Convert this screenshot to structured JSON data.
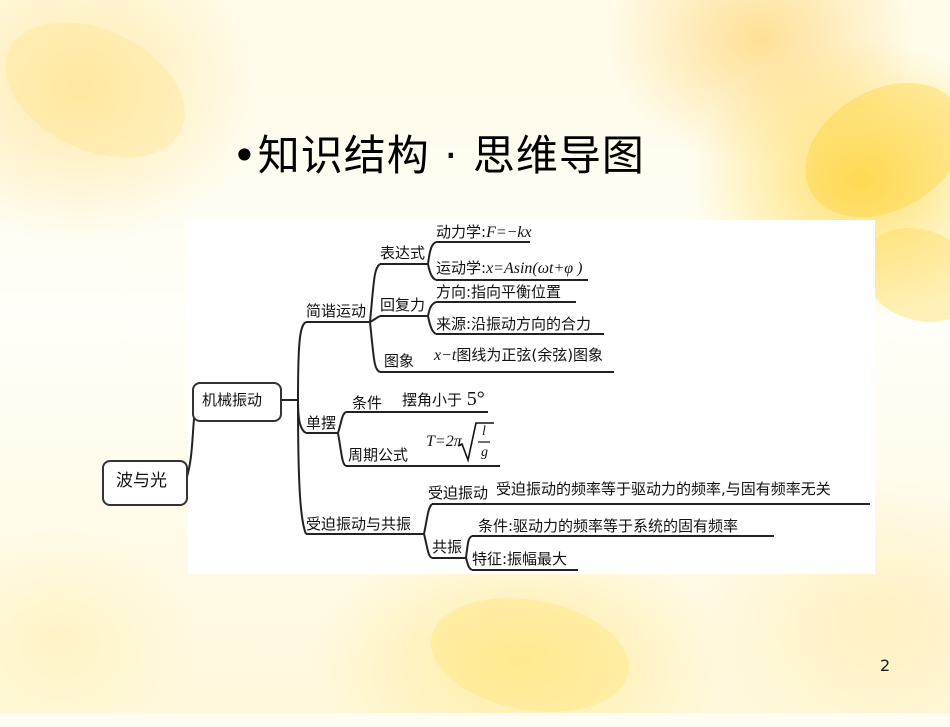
{
  "slide": {
    "title": "•知识结构 · 思维导图",
    "page_number": "2"
  },
  "diagram": {
    "root": "波与光",
    "level1": {
      "label": "机械振动"
    },
    "level2": [
      {
        "label": "简谐运动"
      },
      {
        "label": "单摆"
      },
      {
        "label": "受迫振动与共振"
      }
    ],
    "shm": {
      "expression": {
        "label": "表达式",
        "dynamics_prefix": "动力学:",
        "dynamics_formula": "F=−kx",
        "kinematics_prefix": "运动学:",
        "kinematics_formula": "x=Asin(ωt+φ )"
      },
      "restoring_force": {
        "label": "回复力",
        "direction": "方向:指向平衡位置",
        "source": "来源:沿振动方向的合力"
      },
      "graph": {
        "label": "图象",
        "prefix": "x−t",
        "text": "图线为正弦(余弦)图象"
      }
    },
    "pendulum": {
      "condition_label": "条件",
      "condition_text": "摆角小于",
      "condition_value": "5°",
      "period_label": "周期公式",
      "period_formula": "T=2π",
      "period_num": "l",
      "period_den": "g"
    },
    "forced": {
      "forced_label": "受迫振动",
      "forced_text": "受迫振动的频率等于驱动力的频率,与固有频率无关",
      "resonance_label": "共振",
      "resonance_condition": "条件:驱动力的频率等于系统的固有频率",
      "resonance_feature": "特征:振幅最大"
    }
  }
}
